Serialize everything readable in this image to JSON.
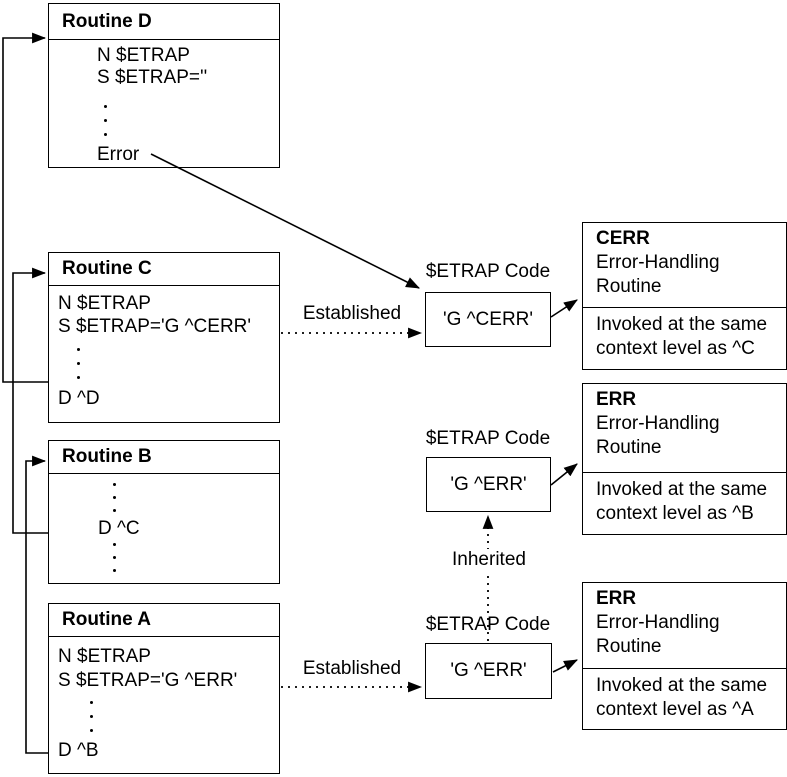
{
  "colors": {
    "ink": "#000000",
    "paper": "#ffffff"
  },
  "labels": {
    "etrap_code": "$ETRAP Code",
    "established": "Established",
    "inherited": "Inherited"
  },
  "routines": {
    "d": {
      "title": "Routine D",
      "code1": "N $ETRAP",
      "code2": "S $ETRAP=''",
      "error_label": "Error"
    },
    "c": {
      "title": "Routine C",
      "code1": "N $ETRAP",
      "code2": "S $ETRAP='G ^CERR'",
      "call": "D ^D"
    },
    "b": {
      "title": "Routine B",
      "call": "D ^C"
    },
    "a": {
      "title": "Routine A",
      "code1": "N $ETRAP",
      "code2": "S $ETRAP='G ^ERR'",
      "call": "D ^B"
    }
  },
  "etrap_boxes": {
    "cerr": {
      "code": "'G ^CERR'"
    },
    "err_b": {
      "code": "'G ^ERR'"
    },
    "err_a": {
      "code": "'G ^ERR'"
    }
  },
  "handlers": {
    "cerr": {
      "name": "CERR",
      "role1": "Error-Handling",
      "role2": "Routine",
      "note1": "Invoked at the same",
      "note2": "context level as ^C"
    },
    "err_b": {
      "name": "ERR",
      "role1": "Error-Handling",
      "role2": "Routine",
      "note1": "Invoked at the same",
      "note2": "context level as ^B"
    },
    "err_a": {
      "name": "ERR",
      "role1": "Error-Handling",
      "role2": "Routine",
      "note1": "Invoked at the same",
      "note2": "context level as ^A"
    }
  }
}
